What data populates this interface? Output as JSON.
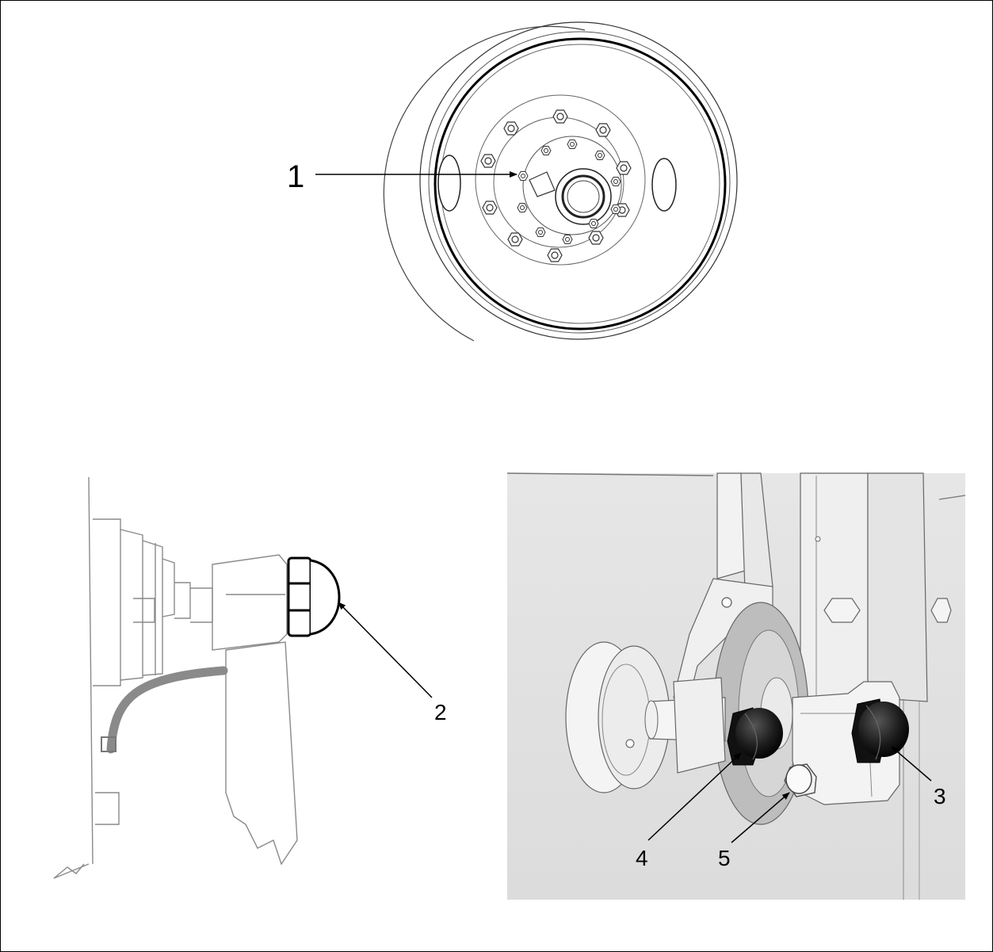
{
  "figure": {
    "callouts": [
      {
        "id": "1",
        "label": "1"
      },
      {
        "id": "2",
        "label": "2"
      },
      {
        "id": "3",
        "label": "3"
      },
      {
        "id": "4",
        "label": "4"
      },
      {
        "id": "5",
        "label": "5"
      }
    ]
  },
  "colors": {
    "line": "#000000",
    "panel_bg": "#e2e2e2",
    "part_fill": "#ececec",
    "knob": "#1c1c1c"
  }
}
